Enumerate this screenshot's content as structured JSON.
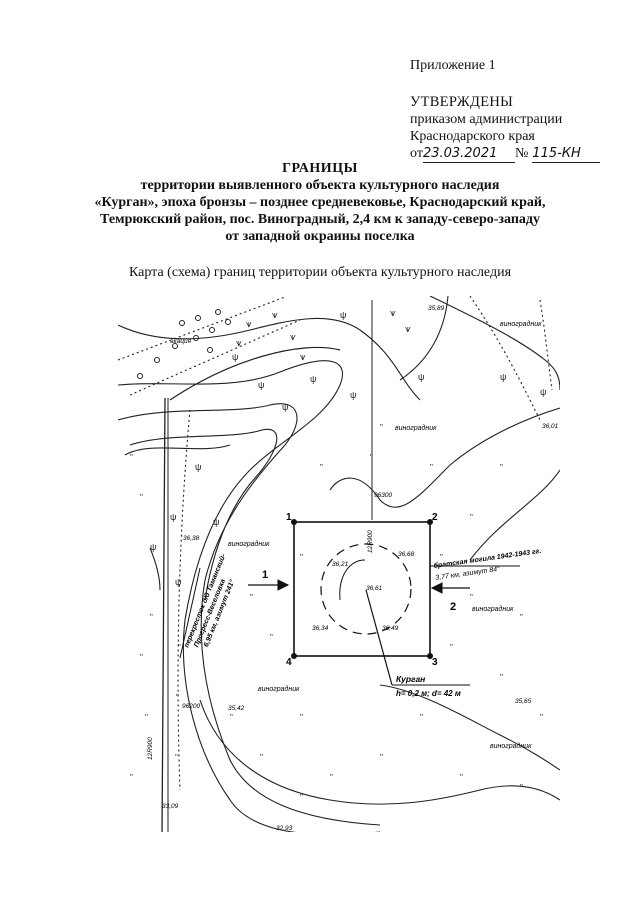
{
  "header": {
    "appendix": "Приложение 1",
    "approved_title": "УТВЕРЖДЕНЫ",
    "approved_line1": "приказом администрации",
    "approved_line2": "Краснодарского края",
    "approved_from": "от",
    "approved_date": "23.03.2021",
    "approved_no": "№",
    "approved_number": "115-КН"
  },
  "title": {
    "line1": "ГРАНИЦЫ",
    "line2": "территории выявленного объекта культурного наследия",
    "line3": "«Курган», эпоха бронзы – позднее средневековье, Краснодарский край,",
    "line4": "Темрюкский район, пос. Виноградный, 2,4 км к западу-северо-западу",
    "line5": "от западной окраины поселка"
  },
  "map": {
    "caption": "Карта (схема) границ территории объекта культурного наследия",
    "corner_labels": [
      "1",
      "2",
      "3",
      "4"
    ],
    "elevations": [
      "35,89",
      "36,01",
      "36,38",
      "36,68",
      "36,21",
      "36,61",
      "36,34",
      "36,49",
      "35,65",
      "35,42",
      "33,09",
      "32,93"
    ],
    "land_labels": {
      "vineyard_1": "виноградник",
      "vineyard_2": "виноградник",
      "vineyard_3": "виноградник",
      "vineyard_4": "виноградник",
      "vineyard_5": "виноградник",
      "vineyard_6": "виноградник",
      "acacia": "акация"
    },
    "benchmarks": [
      "96300",
      "96200"
    ],
    "road_codes": [
      "12R900",
      "12R900"
    ],
    "direction_1": {
      "number": "1",
      "text_line1": "перекресток д/д Таманский-",
      "text_line2": "Прогресс-Веселовка",
      "text_line3": "6,95 км, азимут 241°"
    },
    "direction_2": {
      "number": "2",
      "text_line1": "братская могила 1942-1943 гг.",
      "text_line2": "3,77 км, азимут 84°"
    },
    "kurgan": {
      "name": "Курган",
      "dims": "h= 0,2 м; d= 42 м"
    }
  }
}
